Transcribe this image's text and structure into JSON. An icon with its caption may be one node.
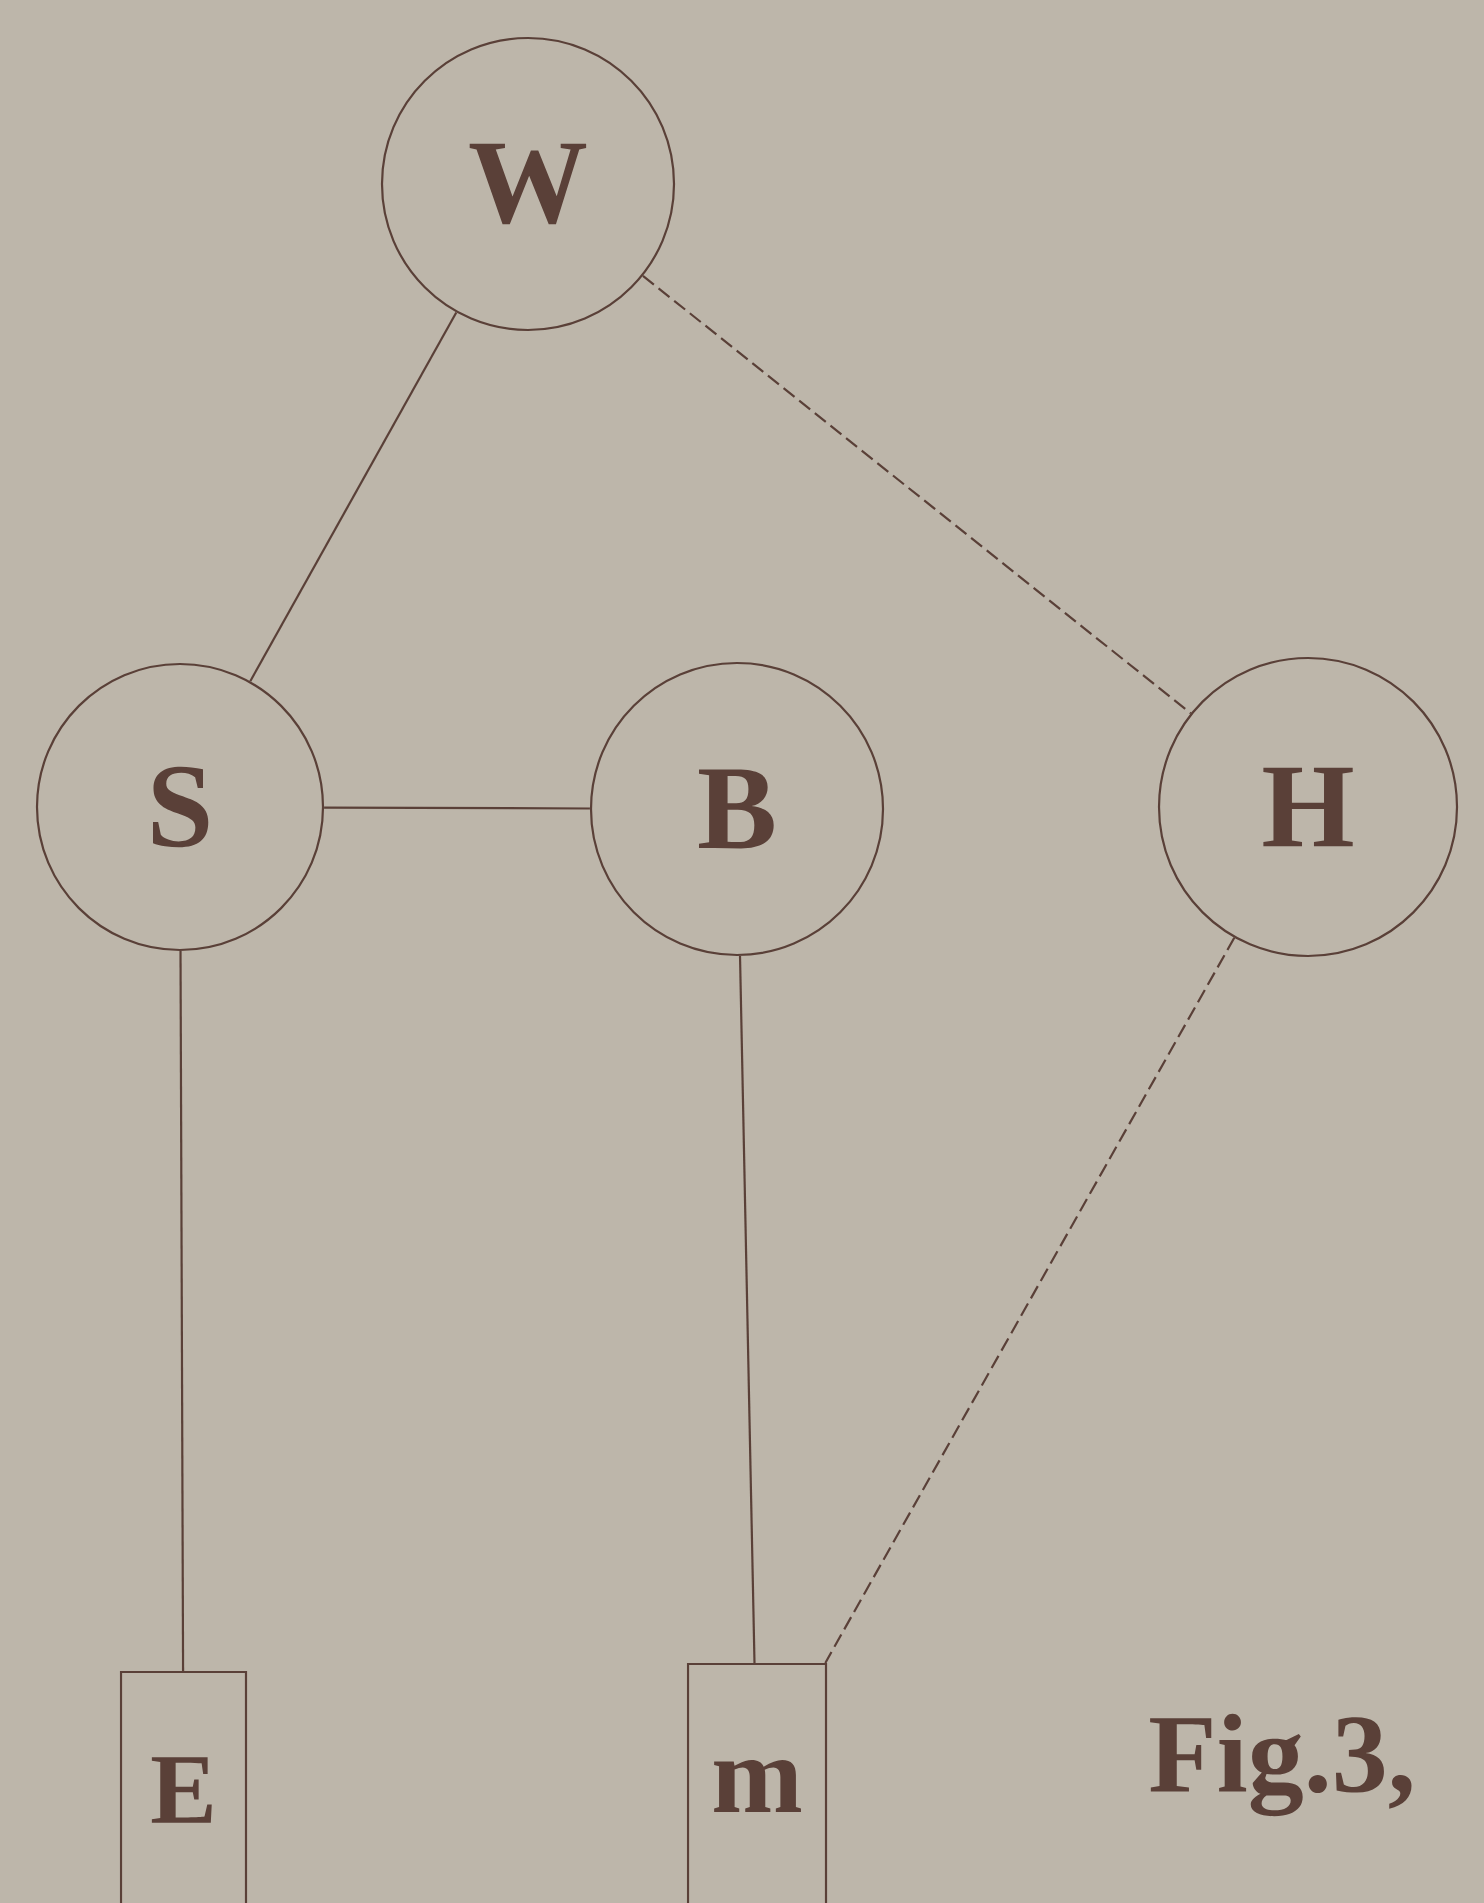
{
  "diagram": {
    "nodes": [
      {
        "text": [
          "W"
        ]
      },
      {
        "text": [
          "S"
        ]
      },
      {
        "text": [
          "B"
        ]
      },
      {
        "text": [
          "H"
        ]
      },
      {
        "text": [
          "E"
        ]
      },
      {
        "text": [
          "m"
        ]
      }
    ],
    "edges": [
      {
        "from": 1,
        "to": 0,
        "arrow": "none"
      },
      {
        "from": 0,
        "to": 3,
        "arrow": "none",
        "style": "dashed"
      },
      {
        "from": 1,
        "to": 2,
        "arrow": "none"
      },
      {
        "from": 1,
        "to": 4,
        "arrow": "none"
      },
      {
        "from": 2,
        "to": 5,
        "arrow": "none"
      },
      {
        "from": 3,
        "to": 5,
        "arrow": "none",
        "style": "dashed"
      }
    ],
    "labels": [
      "Fig.3,"
    ]
  }
}
